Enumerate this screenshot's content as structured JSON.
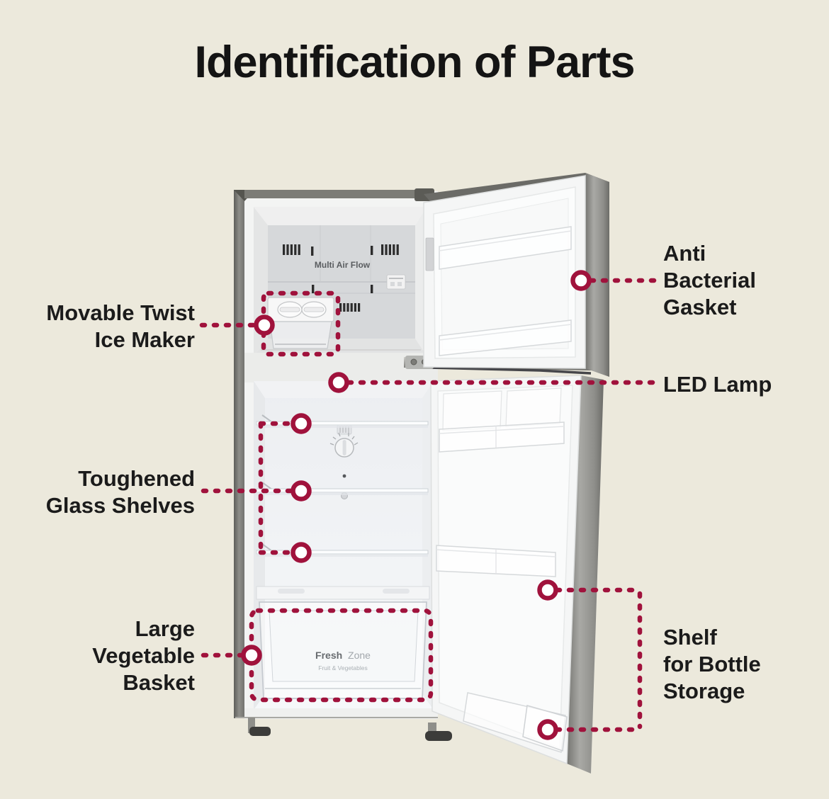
{
  "title": "Identification of Parts",
  "colors": {
    "background": "#ECE9DC",
    "accent": "#A0123C",
    "text": "#1B1B1B"
  },
  "fridge": {
    "freezer_panel_label": "Multi Air Flow",
    "basket_label_bold": "Fresh",
    "basket_label_light": "Zone",
    "basket_sublabel": "Fruit & Vegetables"
  },
  "callouts": {
    "ice_maker": {
      "lines": [
        "Movable Twist",
        "Ice Maker"
      ]
    },
    "gasket": {
      "lines": [
        "Anti",
        "Bacterial",
        "Gasket"
      ]
    },
    "led_lamp": {
      "lines": [
        "LED Lamp"
      ]
    },
    "shelves": {
      "lines": [
        "Toughened",
        "Glass Shelves"
      ]
    },
    "basket": {
      "lines": [
        "Large",
        "Vegetable",
        "Basket"
      ]
    },
    "bottle_shelf": {
      "lines": [
        "Shelf",
        "for Bottle",
        "Storage"
      ]
    }
  }
}
